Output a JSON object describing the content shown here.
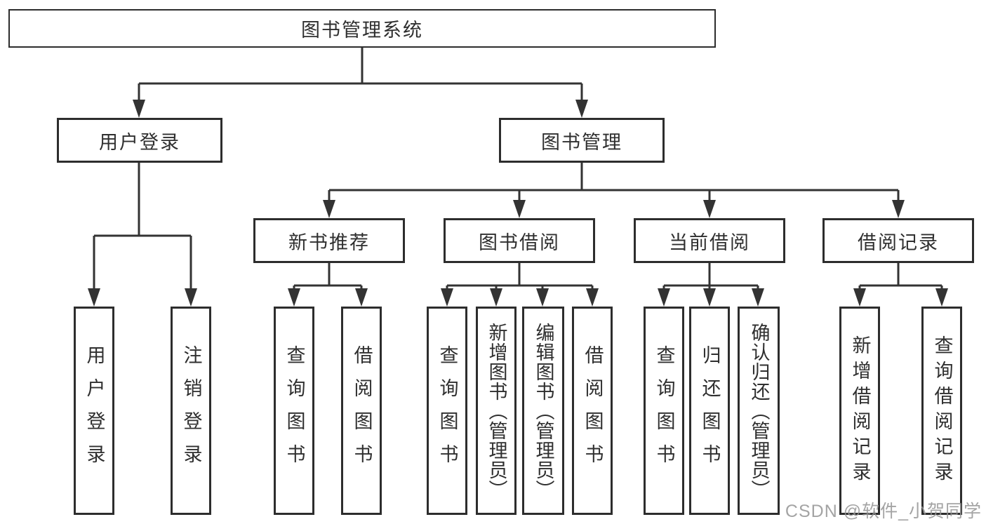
{
  "nodes": {
    "root": {
      "label": "图书管理系统"
    },
    "user_login": {
      "label": "用户登录",
      "children": [
        {
          "label": "用户登录"
        },
        {
          "label": "注销登录"
        }
      ]
    },
    "book_management": {
      "label": "图书管理",
      "children": [
        {
          "label": "新书推荐",
          "children": [
            {
              "label": "查询图书"
            },
            {
              "label": "借阅图书"
            }
          ]
        },
        {
          "label": "图书借阅",
          "children": [
            {
              "label": "查询图书"
            },
            {
              "label": "新增图书（管理员）"
            },
            {
              "label": "编辑图书（管理员）"
            },
            {
              "label": "借阅图书"
            }
          ]
        },
        {
          "label": "当前借阅",
          "children": [
            {
              "label": "查询图书"
            },
            {
              "label": "归还图书"
            },
            {
              "label": "确认归还（管理员）"
            }
          ]
        },
        {
          "label": "借阅记录",
          "children": [
            {
              "label": "新增借阅记录"
            },
            {
              "label": "查询借阅记录"
            }
          ]
        }
      ]
    }
  },
  "watermark": "CSDN @软件_小贺同学",
  "colors": {
    "line": "#333333",
    "box_border": "#2d2d2d",
    "text": "#2f2f2f",
    "watermark": "#949494",
    "background": "#ffffff"
  }
}
